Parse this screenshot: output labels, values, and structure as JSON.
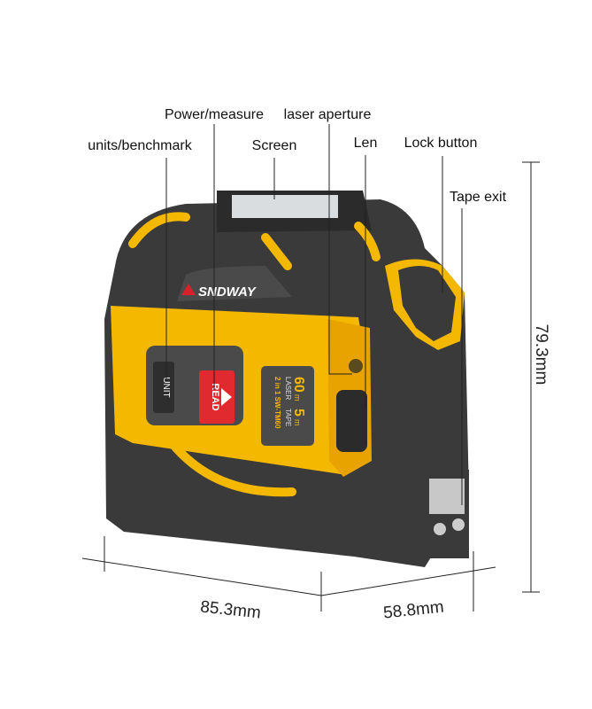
{
  "callouts": {
    "power_measure": "Power/measure",
    "laser_aperture": "laser aperture",
    "units_benchmark": "units/benchmark",
    "screen": "Screen",
    "len": "Len",
    "lock_button": "Lock button",
    "tape_exit": "Tape exit"
  },
  "dimensions": {
    "height": "79.3mm",
    "width": "85.3mm",
    "depth": "58.8mm"
  },
  "device": {
    "brand": "SNDWAY",
    "unit_button": "UNIT",
    "read_button": "READ",
    "laser_range": "60",
    "laser_range_unit": "m",
    "laser_label": "LASER",
    "tape_range": "5",
    "tape_range_unit": "m",
    "tape_label": "TAPE",
    "model": "2 in 1 SW-TM60"
  },
  "colors": {
    "body": "#3a3a3a",
    "accent": "#f5b800",
    "read_button": "#e02a2f",
    "brand_logo": "#d8202a"
  }
}
